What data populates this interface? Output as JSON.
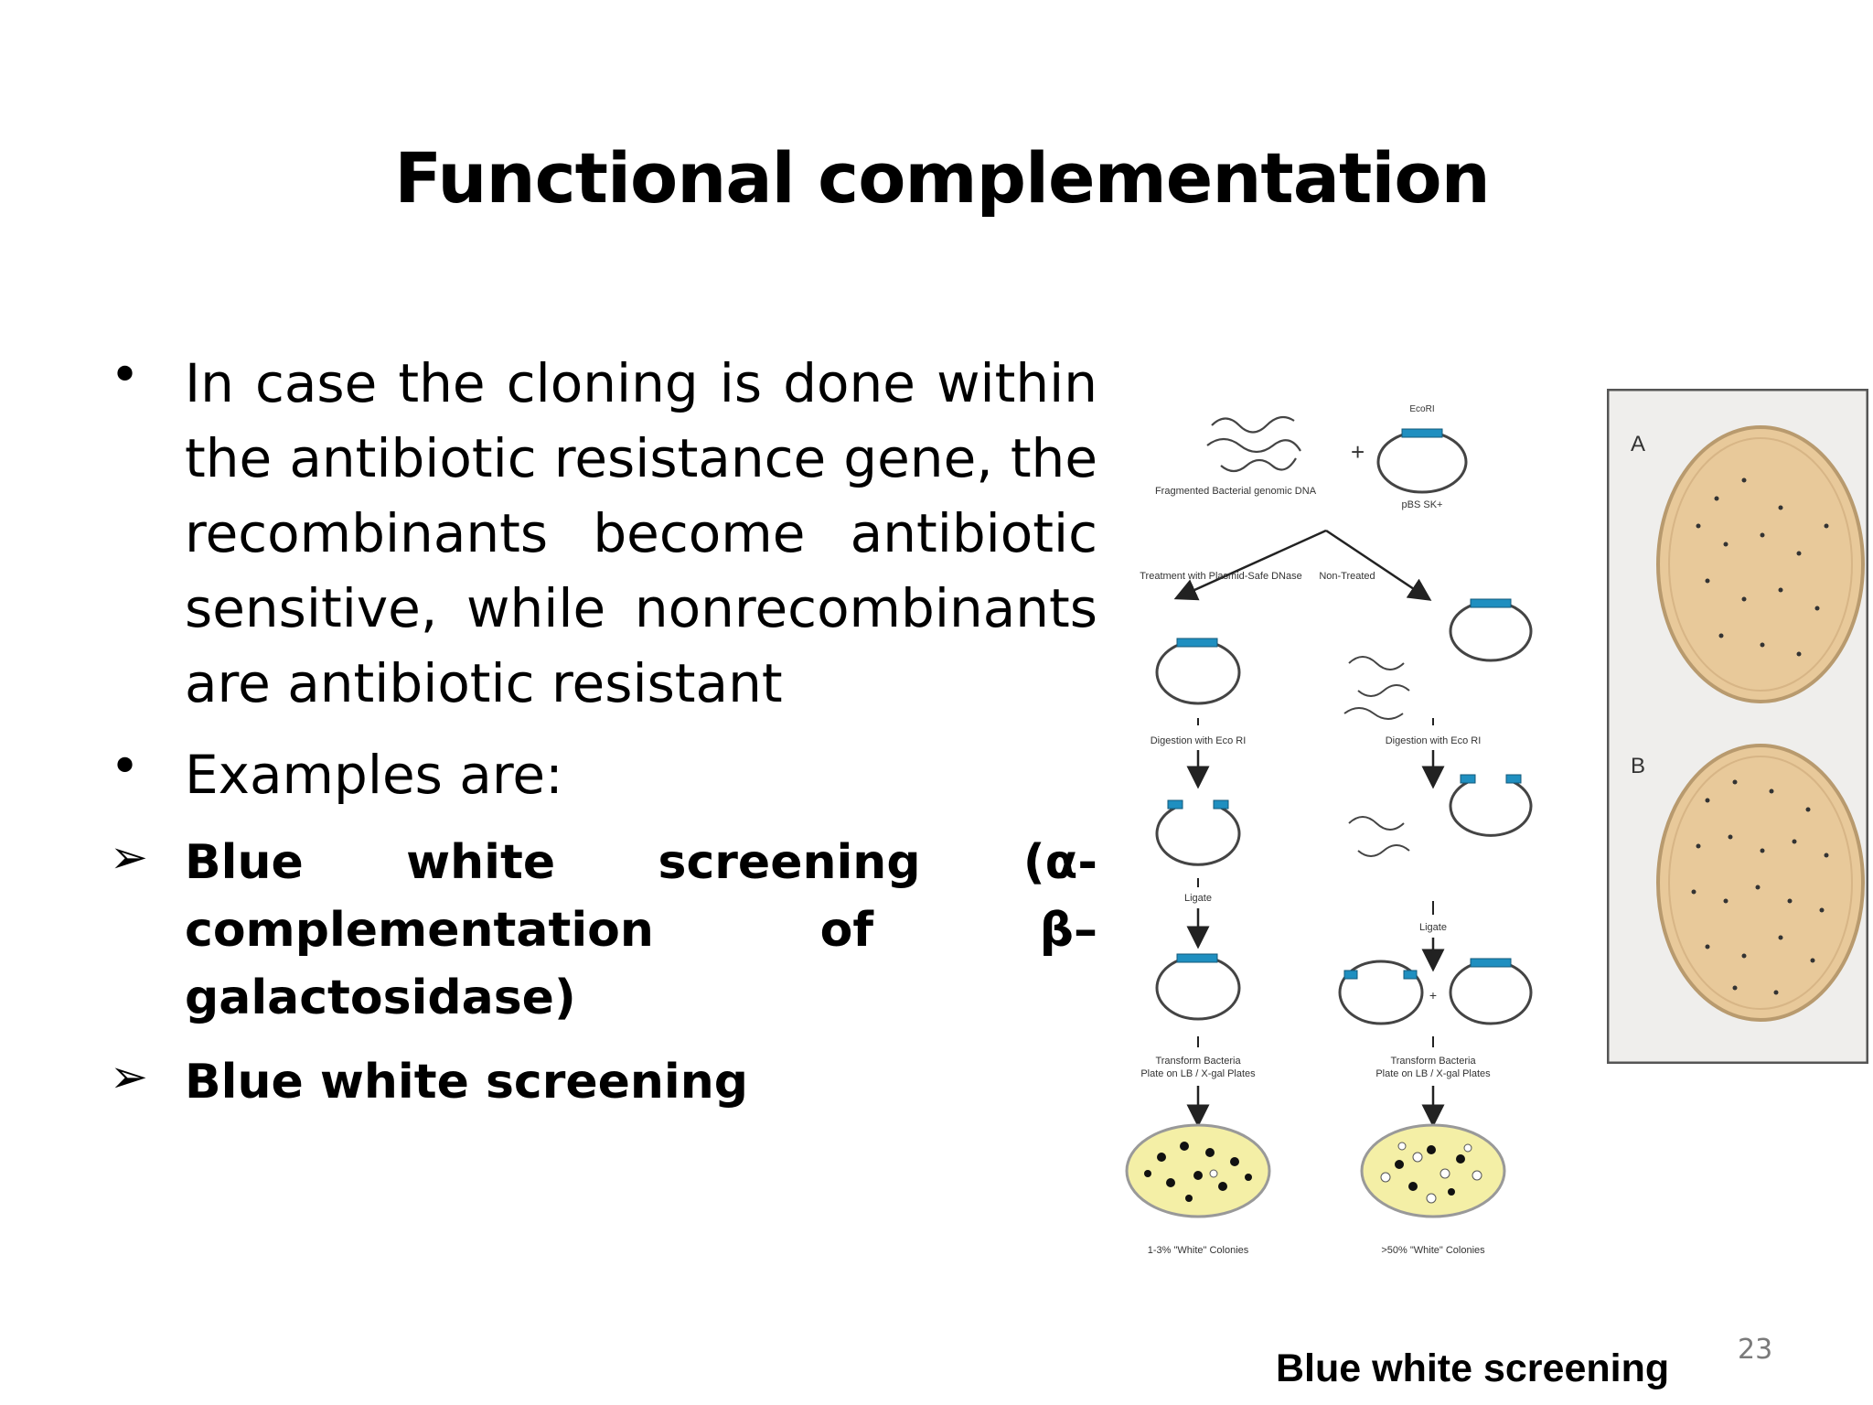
{
  "slide": {
    "title": "Functional complementation",
    "bullets": [
      {
        "type": "bullet",
        "marker": "•",
        "text": "In case the cloning is done within the antibiotic resistance gene, the recombinants become antibiotic sensitive, while nonrecombinants are antibiotic resistant"
      },
      {
        "type": "bullet",
        "marker": "•",
        "text": "Examples are:"
      },
      {
        "type": "arrow",
        "marker": "➢",
        "text": "Blue white screening (α-complementation of β–galactosidase)"
      },
      {
        "type": "arrow",
        "marker": "➢",
        "text": "Blue white screening"
      }
    ],
    "caption": "Blue white screening",
    "page_number": "23"
  },
  "diagram": {
    "site_label": "EcoRI",
    "fragment_label": "Fragmented Bacterial genomic DNA",
    "vector_label": "pBS SK+",
    "treated_label": "Treatment with Plasmid-Safe DNase",
    "nontreated_label": "Non-Treated",
    "digest_left": "Digestion with Eco RI",
    "digest_right": "Digestion with Eco RI",
    "ligate_left": "Ligate",
    "ligate_right": "Ligate",
    "transform_left_1": "Transform Bacteria",
    "transform_left_2": "Plate on LB / X-gal Plates",
    "transform_right_1": "Transform Bacteria",
    "transform_right_2": "Plate on LB / X-gal Plates",
    "result_left": "1-3% \"White\" Colonies",
    "result_right": ">50% \"White\" Colonies"
  },
  "plates": {
    "label_a": "A",
    "label_b": "B"
  },
  "colors": {
    "vector_insert": "#1f8fc0",
    "plate_yellow": "#f4efa6",
    "plate_tan": "#e8c99a",
    "plate_frame_bg": "#efeeec"
  }
}
